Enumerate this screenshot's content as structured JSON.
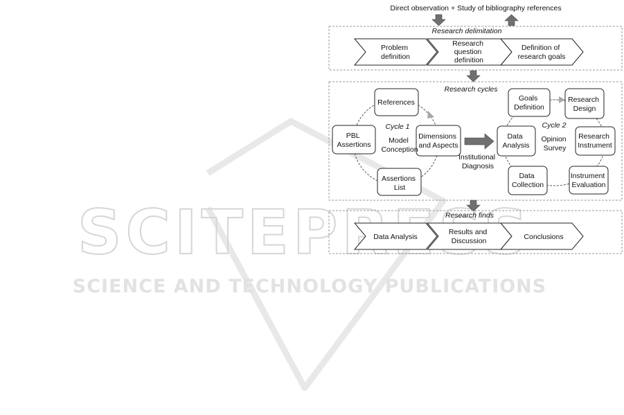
{
  "watermark": {
    "title": "SCITEPRESS",
    "subtitle": "SCIENCE AND TECHNOLOGY PUBLICATIONS"
  },
  "header": {
    "source_text": "Direct observation + Study of bibliography references"
  },
  "delimitation": {
    "title": "Research delimitation",
    "steps": [
      [
        "Problem",
        "definition"
      ],
      [
        "Research",
        "question",
        "definition"
      ],
      [
        "Definition of",
        "research goals"
      ]
    ]
  },
  "cycles": {
    "title": "Research cycles",
    "cycle1": {
      "label": "Cycle 1",
      "center": [
        "Model",
        "Conception"
      ],
      "nodes": {
        "references": [
          "References"
        ],
        "pbl": [
          "PBL",
          "Assertions"
        ],
        "dimensions": [
          "Dimensions",
          "and Aspects"
        ],
        "assertions": [
          "Assertions",
          "List"
        ]
      }
    },
    "link": [
      "Institutional",
      "Diagnosis"
    ],
    "cycle2": {
      "label": "Cycle 2",
      "center": [
        "Opinion",
        "Survey"
      ],
      "nodes": {
        "goals": [
          "Goals",
          "Definition"
        ],
        "design": [
          "Research",
          "Design"
        ],
        "data_analysis": [
          "Data",
          "Analysis"
        ],
        "instrument": [
          "Research",
          "Instrument"
        ],
        "collection": [
          "Data",
          "Collection"
        ],
        "evaluation": [
          "Instrument",
          "Evaluation"
        ]
      }
    }
  },
  "finds": {
    "title": "Research finds",
    "steps": [
      [
        "Data Analysis"
      ],
      [
        "Results and",
        "Discussion"
      ],
      [
        "Conclusions"
      ]
    ]
  },
  "colors": {
    "arrow_fill": "#707070",
    "cycle_arrow": "#a8a8a8",
    "frame": "#9a9a9a"
  }
}
